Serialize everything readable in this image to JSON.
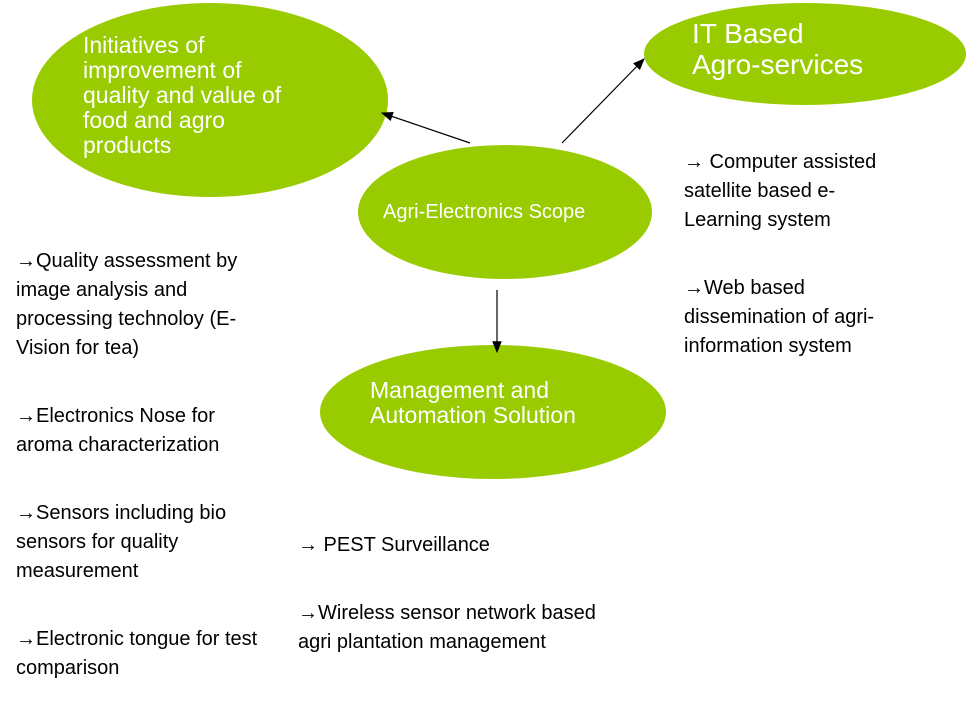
{
  "colors": {
    "node": "#99cc00",
    "text_on_node": "#ffffff",
    "arrow": "#000000"
  },
  "center": {
    "label": "Agri-Electronics Scope"
  },
  "nodes": {
    "quality": {
      "label": "Initiatives of\nimprovement of\nquality and value of\nfood and agro\nproducts"
    },
    "it": {
      "label": "IT Based\nAgro-services"
    },
    "management": {
      "label": "Management and\nAutomation Solution"
    }
  },
  "lists": {
    "quality": [
      "→Quality assessment by\nimage analysis and\nprocessing technoloy (E-\nVision for tea)",
      "→Electronics Nose for\naroma characterization",
      "→Sensors including bio\nsensors for quality\nmeasurement",
      "→Electronic tongue for test\ncomparison"
    ],
    "it": [
      "→ Computer assisted\nsatellite based e-\nLearning system",
      "→Web based\ndissemination of agri-\ninformation system"
    ],
    "management": [
      "→ PEST Surveillance",
      "→Wireless sensor network based\nagri plantation management"
    ]
  }
}
